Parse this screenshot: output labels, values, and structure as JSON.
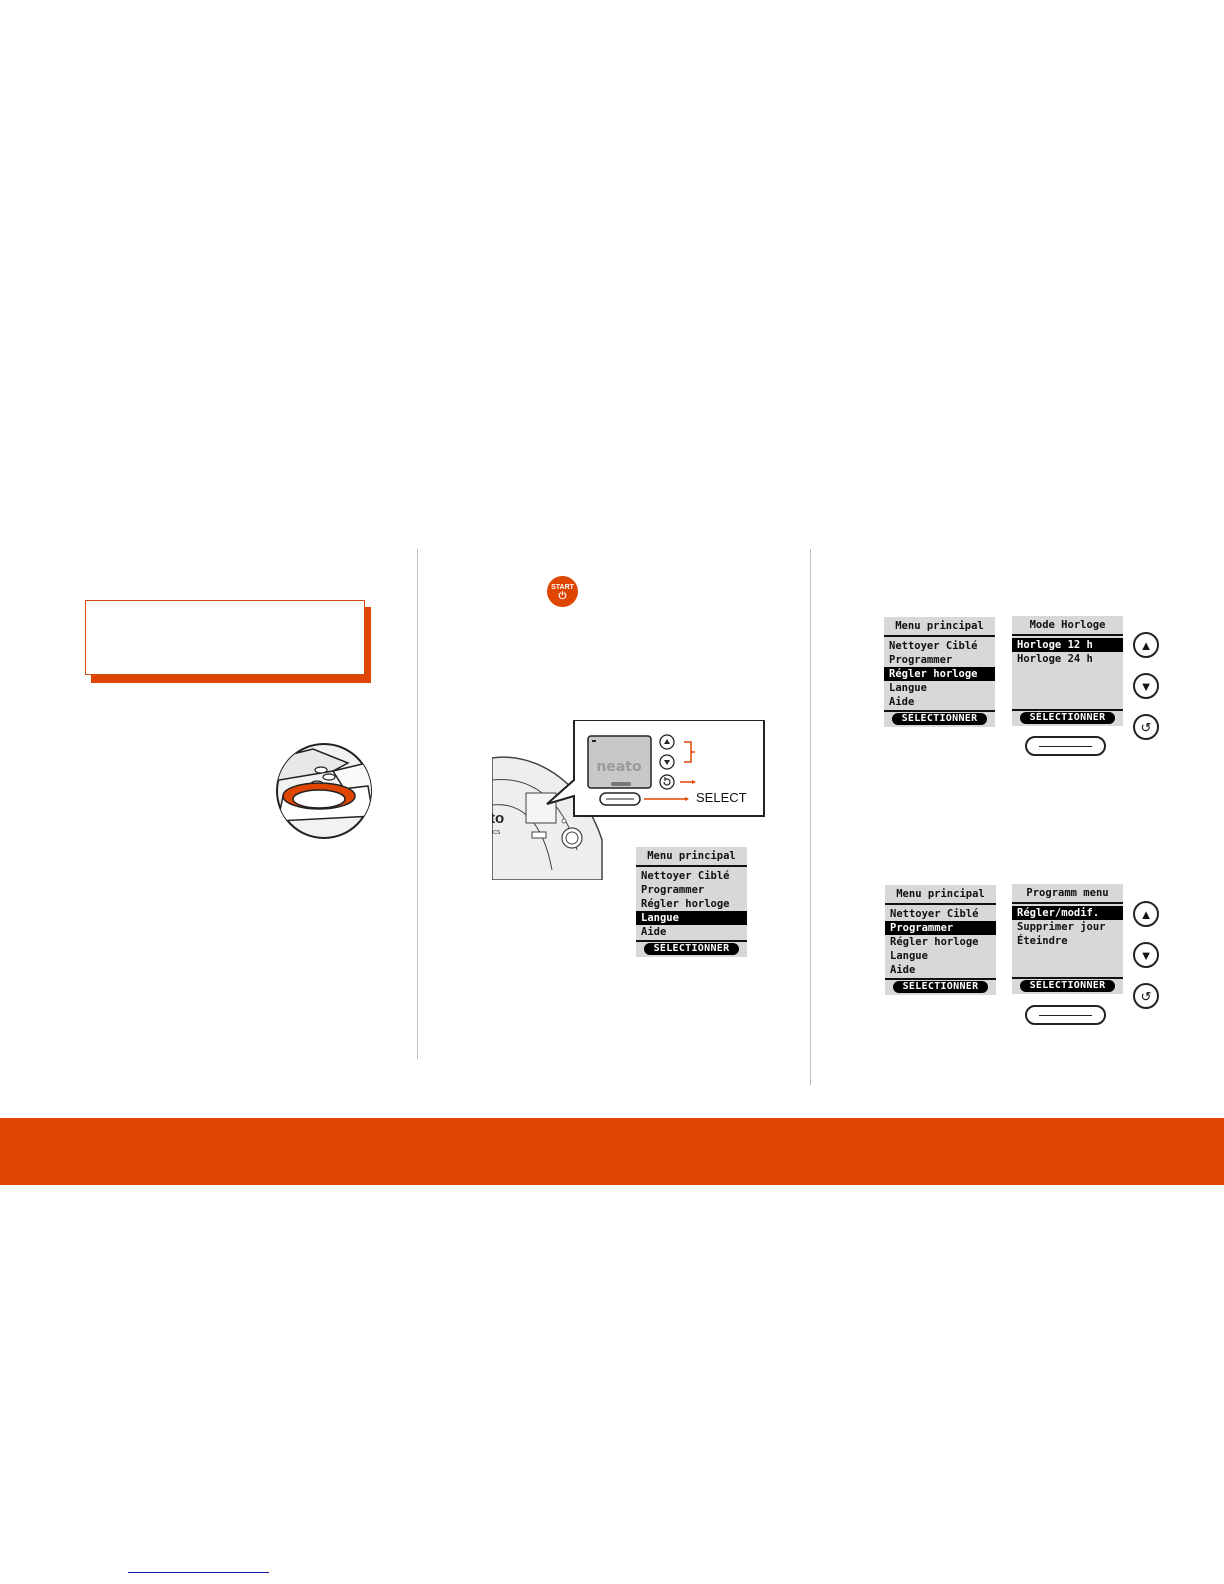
{
  "start_button": {
    "label": "START",
    "symbol": "⏻"
  },
  "callout": {
    "select_label": "SELECT",
    "brand": "neato"
  },
  "screens": {
    "menu_principal_langue": {
      "title": "Menu principal",
      "items": [
        "Nettoyer Ciblé",
        "Programmer",
        "Régler horloge",
        "Langue",
        "Aide"
      ],
      "softkey": "SÉLECTIONNER"
    },
    "menu_principal_horloge": {
      "title": "Menu principal",
      "items": [
        "Nettoyer Ciblé",
        "Programmer",
        "Régler horloge",
        "Langue",
        "Aide"
      ],
      "softkey": "SÉLECTIONNER"
    },
    "mode_horloge": {
      "title": "Mode Horloge",
      "items": [
        "Horloge 12 h",
        "Horloge 24 h"
      ],
      "softkey": "SÉLECTIONNER"
    },
    "menu_principal_programmer": {
      "title": "Menu principal",
      "items": [
        "Nettoyer Ciblé",
        "Programmer",
        "Régler horloge",
        "Langue",
        "Aide"
      ],
      "softkey": "SÉLECTIONNER"
    },
    "programm_menu": {
      "title": "Programm menu",
      "items": [
        "Régler/modif.",
        "Supprimer jour",
        "Éteindre"
      ],
      "softkey": "SÉLECTIONNER"
    }
  },
  "icons": {
    "up": "up-arrow-icon",
    "down": "down-arrow-icon",
    "back": "back-arrow-icon"
  },
  "colors": {
    "accent": "#e04603",
    "lcd_bg": "#d8d8d8"
  }
}
